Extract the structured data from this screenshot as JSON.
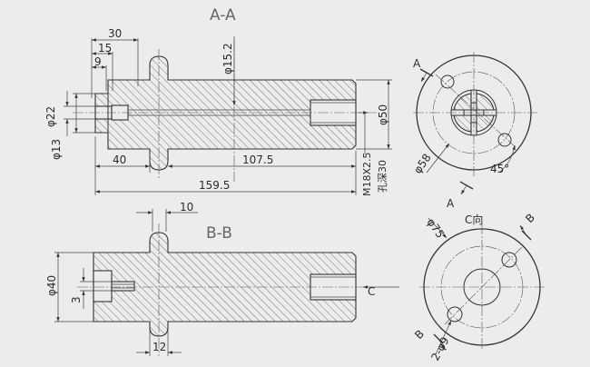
{
  "views": {
    "section_aa": "A-A",
    "section_bb": "B-B",
    "view_c": "C向"
  },
  "section_aa": {
    "dim_30": "30",
    "dim_15": "15",
    "dim_9": "9",
    "dim_phi15_2": "φ15.2",
    "dim_phi22": "φ22",
    "dim_phi13": "φ13",
    "dim_40": "40",
    "dim_107_5": "107.5",
    "dim_159_5": "159.5",
    "dim_phi50": "φ50",
    "thread_note": "M18X2.5",
    "thread_depth": "孔深30"
  },
  "end_view_a": {
    "cut_label_top": "A",
    "cut_label_bottom": "A",
    "dim_phi58": "φ58",
    "angle_45": "45°"
  },
  "section_bb": {
    "dim_10": "10",
    "dim_phi40": "φ40",
    "dim_3": "3",
    "dim_12": "12",
    "arrow_c": "C"
  },
  "view_c": {
    "dim_phi75": "φ75",
    "cut_label_top": "B",
    "cut_label_bottom": "B",
    "holes_note": "2-φ9"
  }
}
